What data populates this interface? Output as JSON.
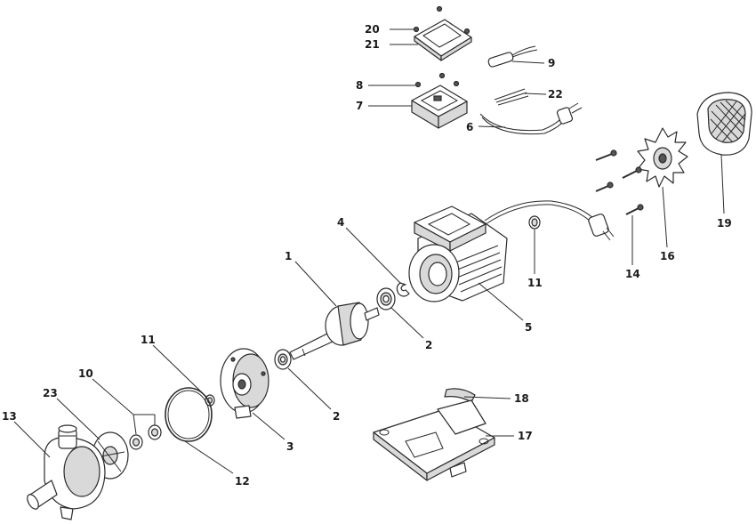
{
  "diagram": {
    "labels": {
      "l1": "1",
      "l2a": "2",
      "l2b": "2",
      "l3": "3",
      "l4": "4",
      "l5": "5",
      "l6": "6",
      "l7": "7",
      "l8": "8",
      "l9": "9",
      "l10": "10",
      "l11a": "11",
      "l11b": "11",
      "l12": "12",
      "l13": "13",
      "l14": "14",
      "l16": "16",
      "l17": "17",
      "l18": "18",
      "l19": "19",
      "l20": "20",
      "l21": "21",
      "l22": "22",
      "l23": "23"
    }
  }
}
